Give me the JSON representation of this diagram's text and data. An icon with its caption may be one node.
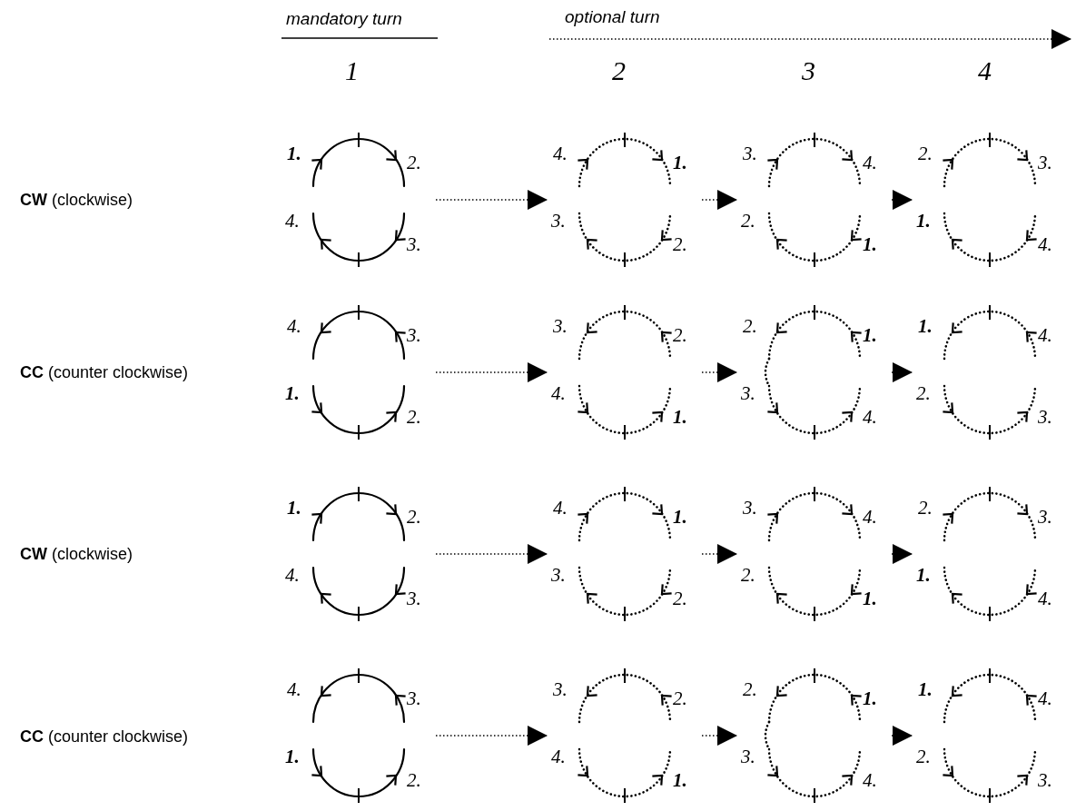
{
  "diagram": {
    "nodes": [
      {
        "text": [
          "1.",
          "2.",
          "4.",
          "3."
        ]
      },
      {
        "text": [
          "4.",
          "1.",
          "3.",
          "2."
        ]
      },
      {
        "text": [
          "3.",
          "4.",
          "2.",
          "1."
        ]
      },
      {
        "text": [
          "2.",
          "3.",
          "1.",
          "4."
        ]
      },
      {
        "text": [
          "4.",
          "3.",
          "1.",
          "2."
        ]
      },
      {
        "text": [
          "3.",
          "2.",
          "4.",
          "1."
        ]
      },
      {
        "text": [
          "2.",
          "1.",
          "3.",
          "4."
        ]
      },
      {
        "text": [
          "1.",
          "4.",
          "2.",
          "3."
        ]
      },
      {
        "text": [
          "1.",
          "2.",
          "4.",
          "3."
        ]
      },
      {
        "text": [
          "4.",
          "1.",
          "3.",
          "2."
        ]
      },
      {
        "text": [
          "3.",
          "4.",
          "2.",
          "1."
        ]
      },
      {
        "text": [
          "2.",
          "3.",
          "1.",
          "4."
        ]
      },
      {
        "text": [
          "4.",
          "3.",
          "1.",
          "2."
        ]
      },
      {
        "text": [
          "3.",
          "2.",
          "4.",
          "1."
        ]
      },
      {
        "text": [
          "2.",
          "1.",
          "3.",
          "4."
        ]
      },
      {
        "text": [
          "1.",
          "4.",
          "2.",
          "3."
        ]
      }
    ],
    "edges": [
      {
        "from": 0,
        "to": 1,
        "arrow": "to",
        "style": "dashed"
      },
      {
        "from": 1,
        "to": 2,
        "arrow": "to",
        "style": "dashed"
      },
      {
        "from": 2,
        "to": 3,
        "arrow": "to",
        "style": "dashed"
      },
      {
        "from": 4,
        "to": 5,
        "arrow": "to",
        "style": "dashed"
      },
      {
        "from": 5,
        "to": 6,
        "arrow": "to",
        "style": "dashed"
      },
      {
        "from": 6,
        "to": 7,
        "arrow": "to",
        "style": "dashed"
      },
      {
        "from": 8,
        "to": 9,
        "arrow": "to",
        "style": "dashed"
      },
      {
        "from": 9,
        "to": 10,
        "arrow": "to",
        "style": "dashed"
      },
      {
        "from": 10,
        "to": 11,
        "arrow": "to",
        "style": "dashed"
      },
      {
        "from": 12,
        "to": 13,
        "arrow": "to",
        "style": "dashed"
      },
      {
        "from": 13,
        "to": 14,
        "arrow": "to",
        "style": "dashed"
      },
      {
        "from": 14,
        "to": 15,
        "arrow": "to",
        "style": "dashed"
      }
    ],
    "labels": [
      "mandatory turn",
      "optional turn",
      "1",
      "2",
      "3",
      "4",
      "**CW** (clockwise)",
      "**CC** (counter clockwise)",
      "**CW** (clockwise)",
      "**CC** (counter clockwise)"
    ]
  }
}
